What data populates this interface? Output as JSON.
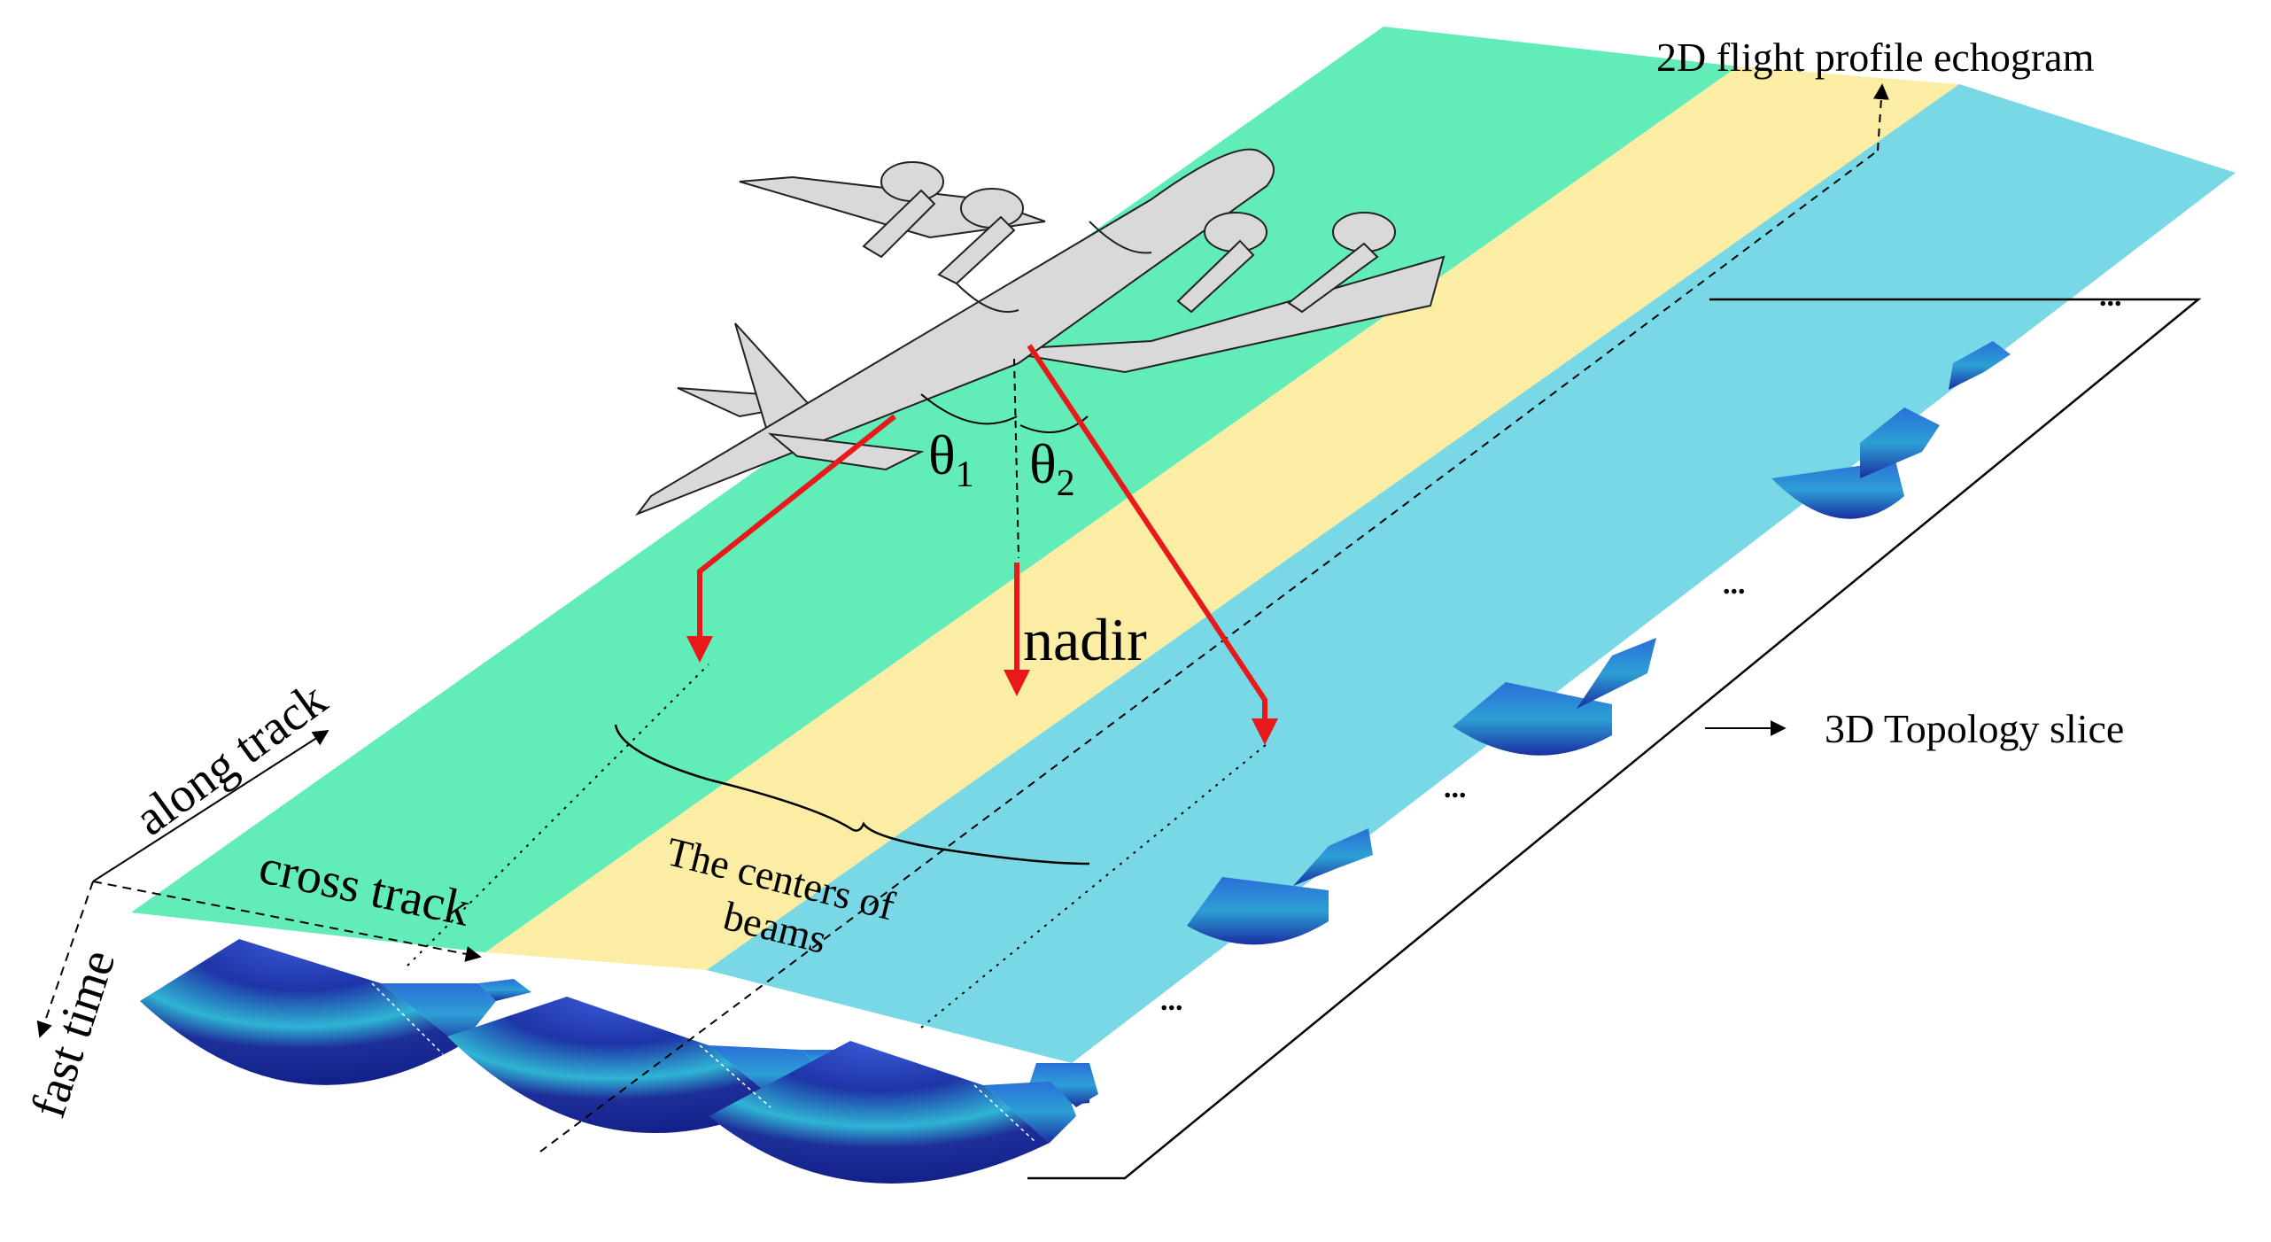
{
  "labels": {
    "echogram": "2D flight profile echogram",
    "topology": "3D Topology slice",
    "along_track": "along track",
    "cross_track": "cross track",
    "fast_time": "fast time",
    "theta": "θ",
    "theta1_sub": "1",
    "theta2_sub": "2",
    "nadir": "nadir",
    "centers_line1": "The centers of",
    "centers_line2": "beams",
    "ellipsis": "..."
  },
  "colors": {
    "left_strip": "#62ecb8",
    "middle_strip": "#fbeda4",
    "right_strip": "#78d8e6",
    "beam_arrows": "#e8191a",
    "aircraft": "#d9d9d9",
    "echo_base": "#1e2f9a",
    "echo_highlight": "#2fb4d4"
  },
  "icons": {
    "aircraft": "aircraft-icon",
    "ellipsis": "ellipsis-icon"
  }
}
